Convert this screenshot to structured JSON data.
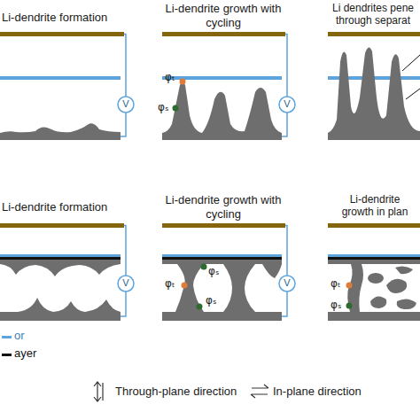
{
  "diagram": {
    "labels": [
      "Li-dendrite formation",
      "Li-dendrite growth with cycling",
      "Li dendrites pene through separat",
      "Li-dendrite formation",
      "Li-dendrite growth with cycling",
      "Li-dendrite growth in plan",
      "V",
      "V",
      "V",
      "V",
      "φₜ",
      "φₛ",
      "φₛ",
      "φₜ",
      "φₛ",
      "φₜ",
      "φₛ"
    ],
    "legend": [
      {
        "text": "or",
        "color": "#5ea4dc"
      },
      {
        "text": "ayer",
        "color": "#111111"
      },
      {
        "text": "Through-plane direction"
      },
      {
        "text": "In-plane direction"
      }
    ]
  }
}
